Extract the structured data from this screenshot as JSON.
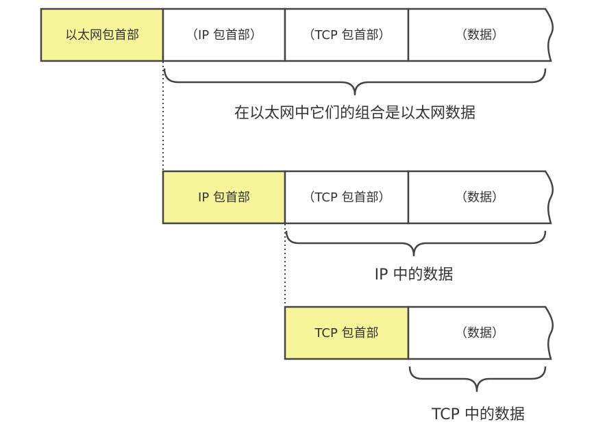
{
  "colors": {
    "header_fill": "#f7f59a",
    "data_fill": "#ffffff",
    "stroke": "#444444",
    "text": "#333333"
  },
  "rows": [
    {
      "cells": [
        {
          "label": "以太网包首部",
          "kind": "header"
        },
        {
          "label": "（IP 包首部）",
          "kind": "data"
        },
        {
          "label": "（TCP 包首部）",
          "kind": "data"
        },
        {
          "label": "（数据）",
          "kind": "data"
        }
      ],
      "caption": "在以太网中它们的组合是以太网数据"
    },
    {
      "cells": [
        {
          "label": "IP 包首部",
          "kind": "header"
        },
        {
          "label": "（TCP 包首部）",
          "kind": "data"
        },
        {
          "label": "（数据）",
          "kind": "data"
        }
      ],
      "caption": "IP 中的数据"
    },
    {
      "cells": [
        {
          "label": "TCP 包首部",
          "kind": "header"
        },
        {
          "label": "（数据）",
          "kind": "data"
        }
      ],
      "caption": "TCP 中的数据"
    }
  ]
}
